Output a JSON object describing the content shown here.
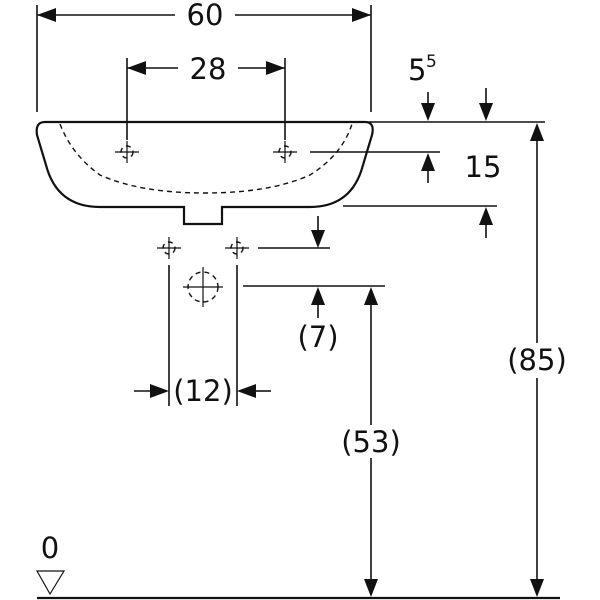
{
  "dimensions": {
    "total_width": "60",
    "tap_hole_spacing": "28",
    "rim_height_offset": "5",
    "rim_height_offset_sup": "5",
    "tap_hole_depth": "15",
    "drain_offset": "(7)",
    "waste_spacing": "(12)",
    "waste_height": "(53)",
    "rim_height": "(85)",
    "floor_level": "0"
  }
}
